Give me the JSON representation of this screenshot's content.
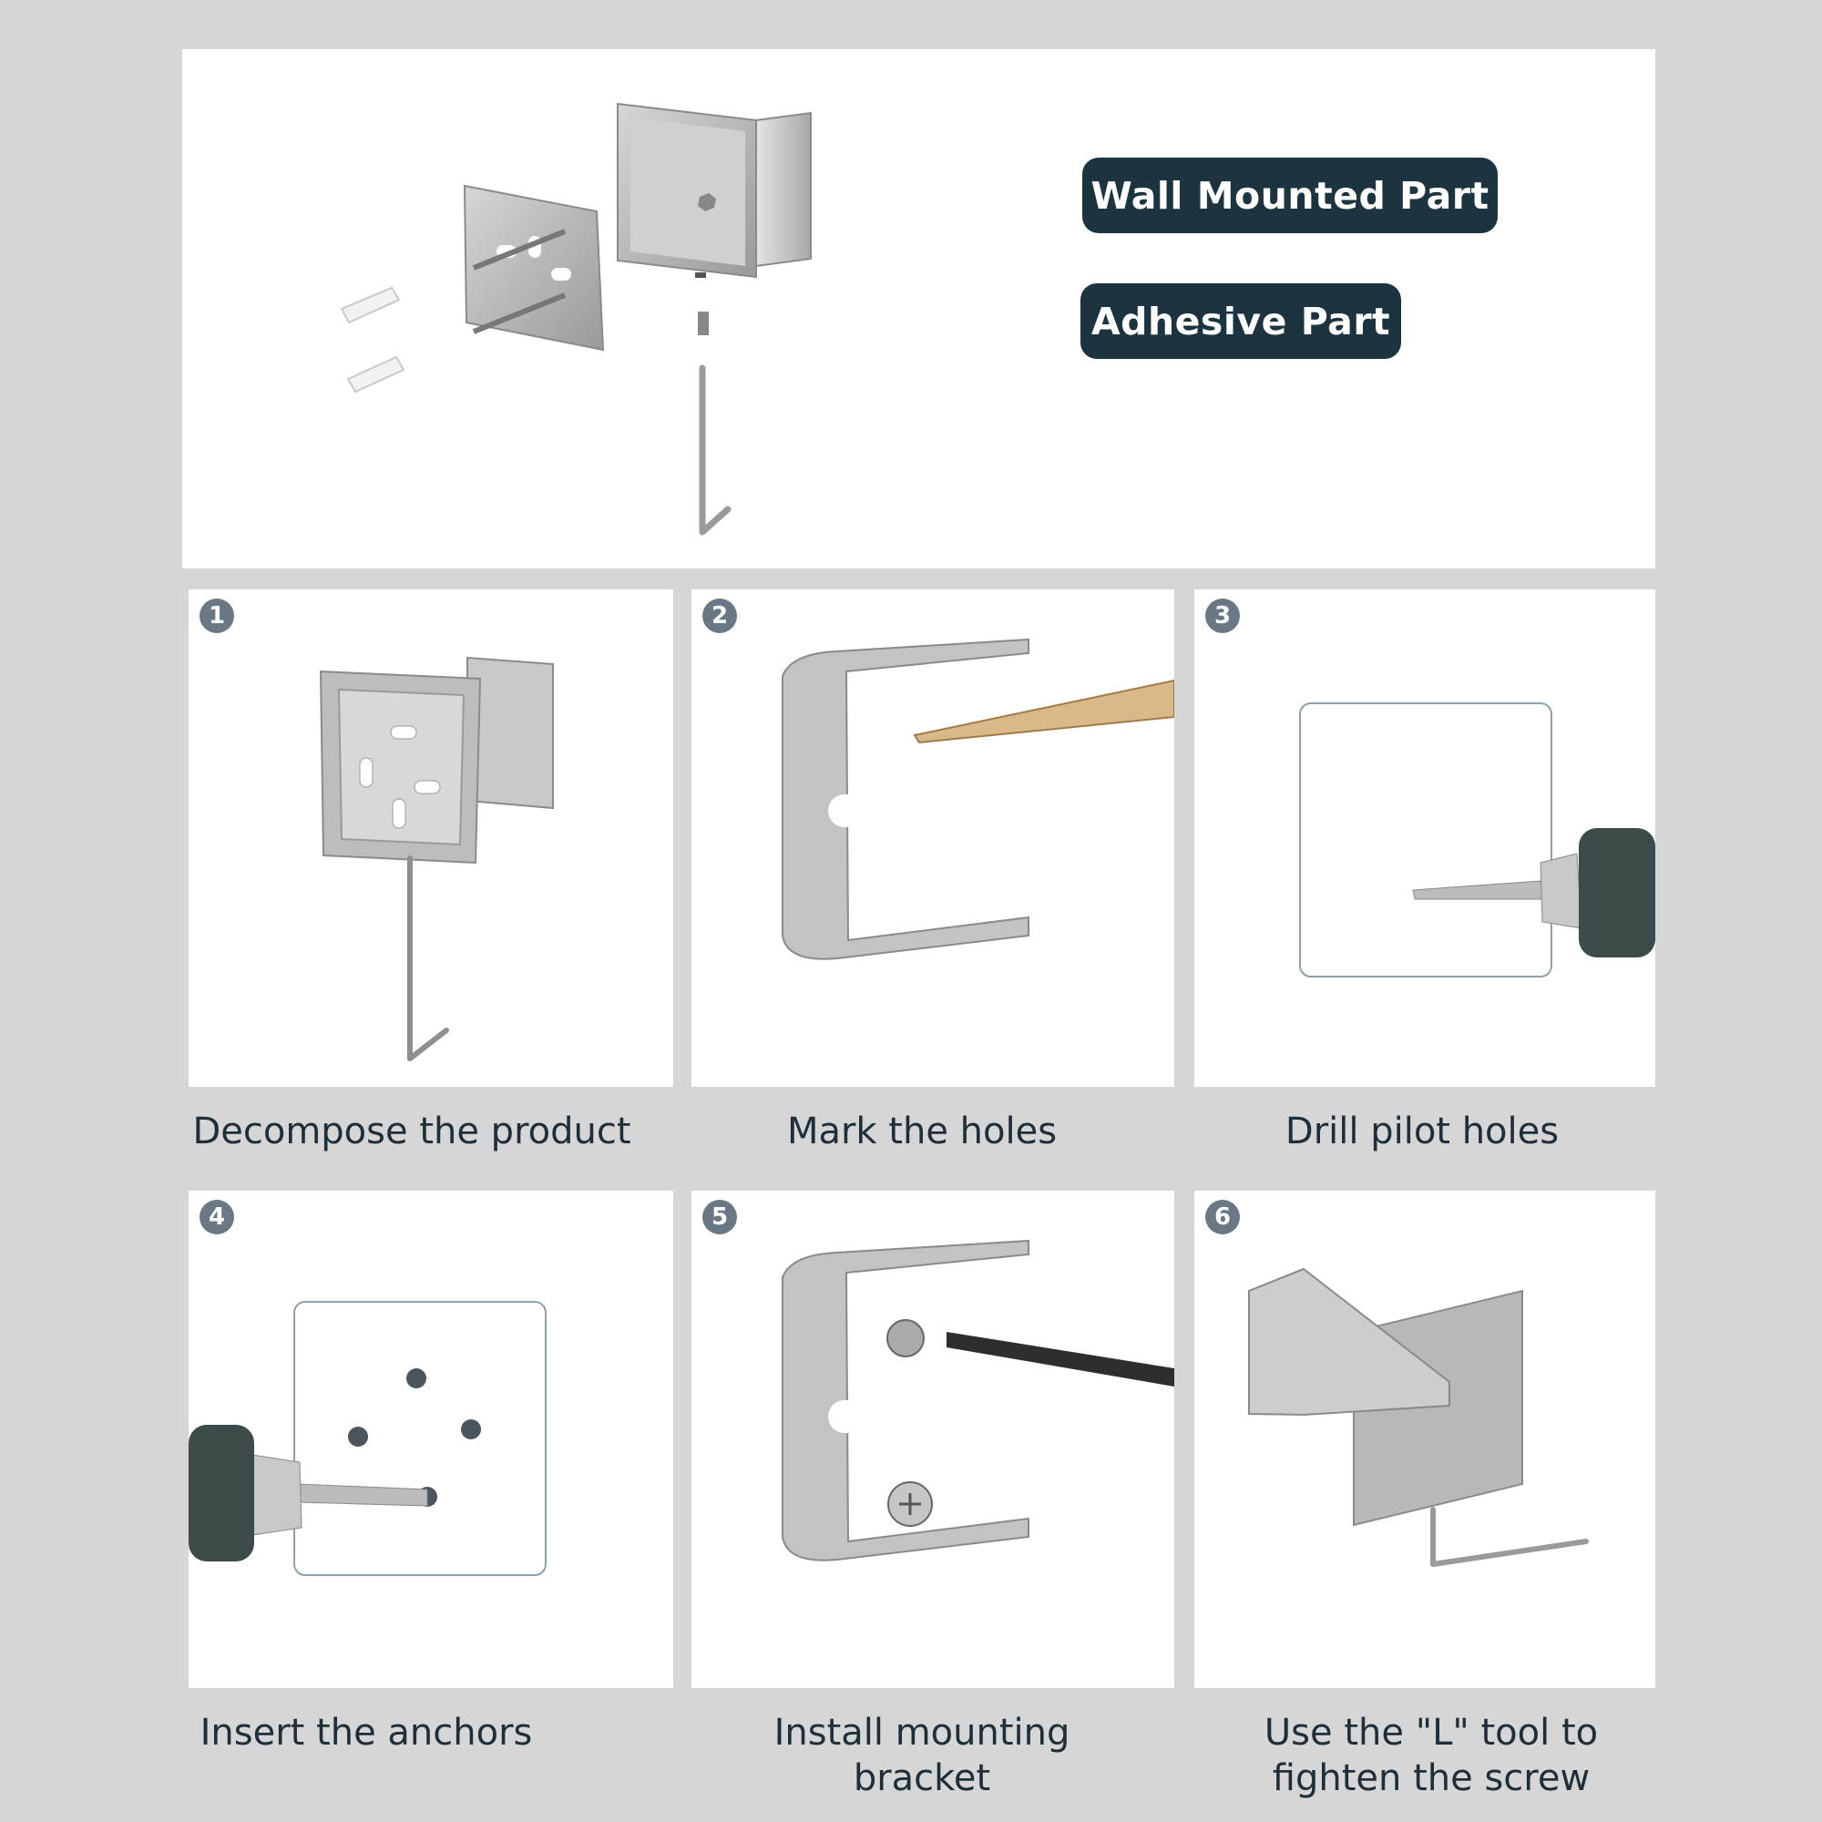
{
  "header": {
    "wall_label": "Wall Mounted Part",
    "adhesive_label": "Adhesive Part"
  },
  "steps": [
    {
      "number": "1",
      "caption_lines": [
        "Decompose the product"
      ]
    },
    {
      "number": "2",
      "caption_lines": [
        "Mark the holes"
      ]
    },
    {
      "number": "3",
      "caption_lines": [
        "Drill pilot holes"
      ]
    },
    {
      "number": "4",
      "caption_lines": [
        "Insert the anchors"
      ]
    },
    {
      "number": "5",
      "caption_lines": [
        "Install mounting",
        "bracket"
      ]
    },
    {
      "number": "6",
      "caption_lines": [
        "Use the \"L\"  tool to",
        "fighten the screw"
      ]
    }
  ],
  "colors": {
    "background": "#d6d6d6",
    "pill": "#1c3340",
    "step_badge": "#6a7886",
    "caption_text": "#1f2f3a",
    "metal": "#b8b8b8"
  }
}
